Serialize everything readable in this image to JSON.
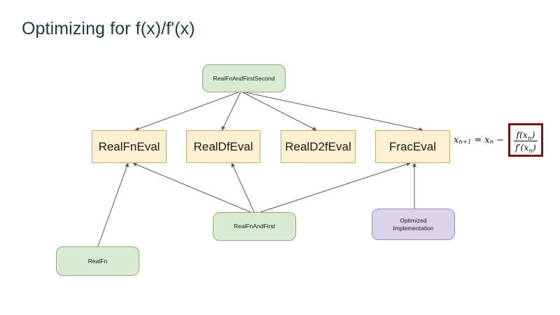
{
  "slide": {
    "title": "Optimizing for f(x)/f'(x)",
    "background_color": "#ffffff",
    "title_color": "#1d3b42"
  },
  "colors": {
    "green_fill": "#d9ead3",
    "green_border": "#8aab79",
    "cream_fill": "#fdefd0",
    "cream_border": "#c9a96b",
    "purple_fill": "#d9d2e9",
    "purple_border": "#9a93ad",
    "highlight_border": "#7a1610",
    "edge_stroke": "#595959"
  },
  "diagram": {
    "nodes": {
      "real_fn_and_first_second": {
        "label": "RealFnAndFirstSecond",
        "shape": "rounded-rect",
        "style": "green"
      },
      "real_fn_eval": {
        "label": "RealFnEval",
        "shape": "rect",
        "style": "cream"
      },
      "real_df_eval": {
        "label": "RealDfEval",
        "shape": "rect",
        "style": "cream"
      },
      "real_d2f_eval": {
        "label": "RealD2fEval",
        "shape": "rect",
        "style": "cream"
      },
      "frac_eval": {
        "label": "FracEval",
        "shape": "rect",
        "style": "cream"
      },
      "real_fn_and_first": {
        "label": "RealFnAndFirst",
        "shape": "rounded-rect",
        "style": "green"
      },
      "optimized_implementation": {
        "label": "Optimized\nImplementation",
        "shape": "rounded-rect",
        "style": "purple"
      },
      "real_fn": {
        "label": "RealFn",
        "shape": "rounded-rect",
        "style": "green"
      }
    },
    "edges": [
      {
        "from": "real_fn_and_first_second",
        "to": "real_fn_eval"
      },
      {
        "from": "real_fn_and_first_second",
        "to": "real_df_eval"
      },
      {
        "from": "real_fn_and_first_second",
        "to": "real_d2f_eval"
      },
      {
        "from": "real_fn_and_first_second",
        "to": "frac_eval"
      },
      {
        "from": "real_fn",
        "to": "real_fn_eval"
      },
      {
        "from": "real_fn_and_first",
        "to": "real_fn_eval"
      },
      {
        "from": "real_fn_and_first",
        "to": "real_df_eval"
      },
      {
        "from": "real_fn_and_first",
        "to": "frac_eval"
      },
      {
        "from": "optimized_implementation",
        "to": "frac_eval"
      }
    ]
  },
  "formula": {
    "lhs_var": "x",
    "lhs_sub": "n+1",
    "equals": "=",
    "term_var": "x",
    "term_sub": "n",
    "minus": "−",
    "numerator": "f(x",
    "numerator_sub": "n",
    "numerator_tail": ")",
    "denominator": "f′(x",
    "denominator_sub": "n",
    "denominator_tail": ")",
    "plain_text": "x_{n+1} = x_n − f(x_n)/f'(x_n)"
  }
}
